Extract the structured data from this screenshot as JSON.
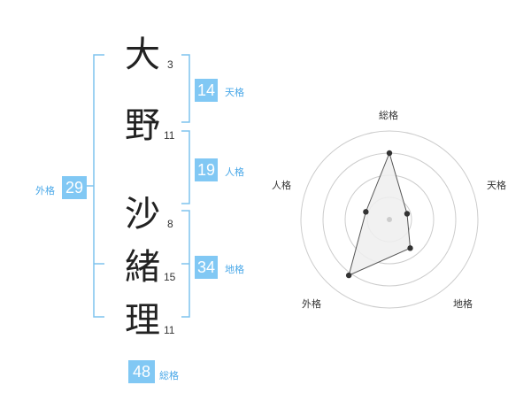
{
  "name_chars": [
    {
      "char": "大",
      "strokes": "3"
    },
    {
      "char": "野",
      "strokes": "11"
    },
    {
      "char": "沙",
      "strokes": "8"
    },
    {
      "char": "緒",
      "strokes": "15"
    },
    {
      "char": "理",
      "strokes": "11"
    }
  ],
  "kakaku": {
    "tenkaku": {
      "value": "14",
      "label": "天格"
    },
    "jinkaku": {
      "value": "19",
      "label": "人格"
    },
    "chikaku": {
      "value": "34",
      "label": "地格"
    },
    "gaikaku": {
      "value": "29",
      "label": "外格"
    },
    "soukaku": {
      "value": "48",
      "label": "総格"
    }
  },
  "colors": {
    "accent": "#81c8f4",
    "bracket": "#7fc3ee",
    "text": "#222222"
  },
  "chart_data": {
    "type": "radar",
    "axes": [
      "総格",
      "天格",
      "地格",
      "外格",
      "人格"
    ],
    "values": [
      0.75,
      0.21,
      0.4,
      0.78,
      0.28
    ],
    "rings": 4,
    "grid": true
  }
}
